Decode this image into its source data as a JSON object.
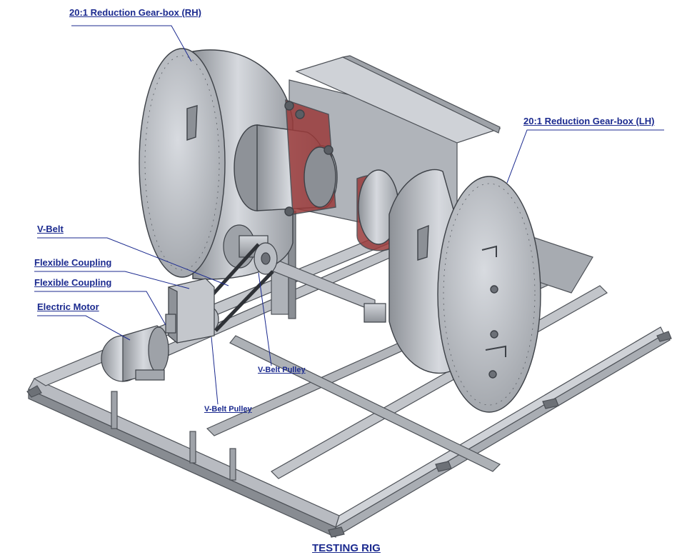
{
  "title": "TESTING RIG",
  "colors": {
    "label_text": "#1b2a8f",
    "leader_line": "#1b2a8f",
    "metal_light": "#c9ccd2",
    "metal_mid": "#a4a8ae",
    "metal_dark": "#6c7077",
    "bracket_red": "#9a3a3a",
    "background": "#ffffff"
  },
  "labels": {
    "gearbox_rh": "20:1 Reduction Gear-box (RH)",
    "gearbox_lh": "20:1 Reduction Gear-box (LH)",
    "v_belt": "V-Belt",
    "flexible_coupling_1": "Flexible Coupling",
    "flexible_coupling_2": "Flexible Coupling",
    "electric_motor": "Electric Motor",
    "v_belt_pulley_1": "V-Belt Pulley",
    "v_belt_pulley_2": "V-Belt Pulley"
  }
}
